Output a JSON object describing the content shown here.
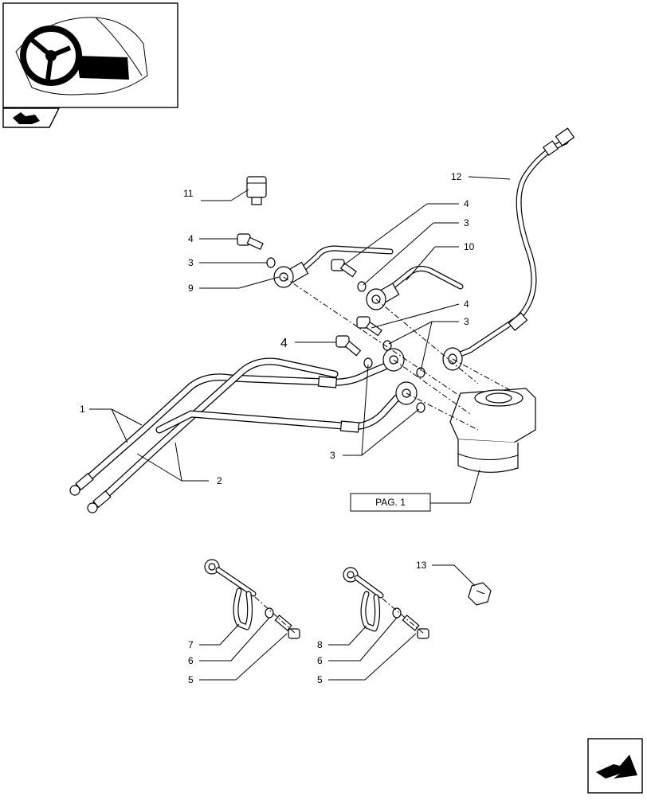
{
  "callouts": {
    "c1": "1",
    "c2": "2",
    "c3_a": "3",
    "c3_b": "3",
    "c3_c": "3",
    "c3_d": "3",
    "c4_a": "4",
    "c4_b": "4",
    "c4_c": "4",
    "c4_d": "4",
    "c5_a": "5",
    "c5_b": "5",
    "c6_a": "6",
    "c6_b": "6",
    "c7": "7",
    "c8": "8",
    "c9": "9",
    "c10": "10",
    "c11": "11",
    "c12": "12",
    "c13": "13"
  },
  "reference_box": {
    "label": "PAG. 1"
  },
  "icons": {
    "thumbnail": "steering-wheel-locator-icon",
    "page_marker": "hand-pointer-icon",
    "next_page": "next-page-arrow-icon"
  }
}
